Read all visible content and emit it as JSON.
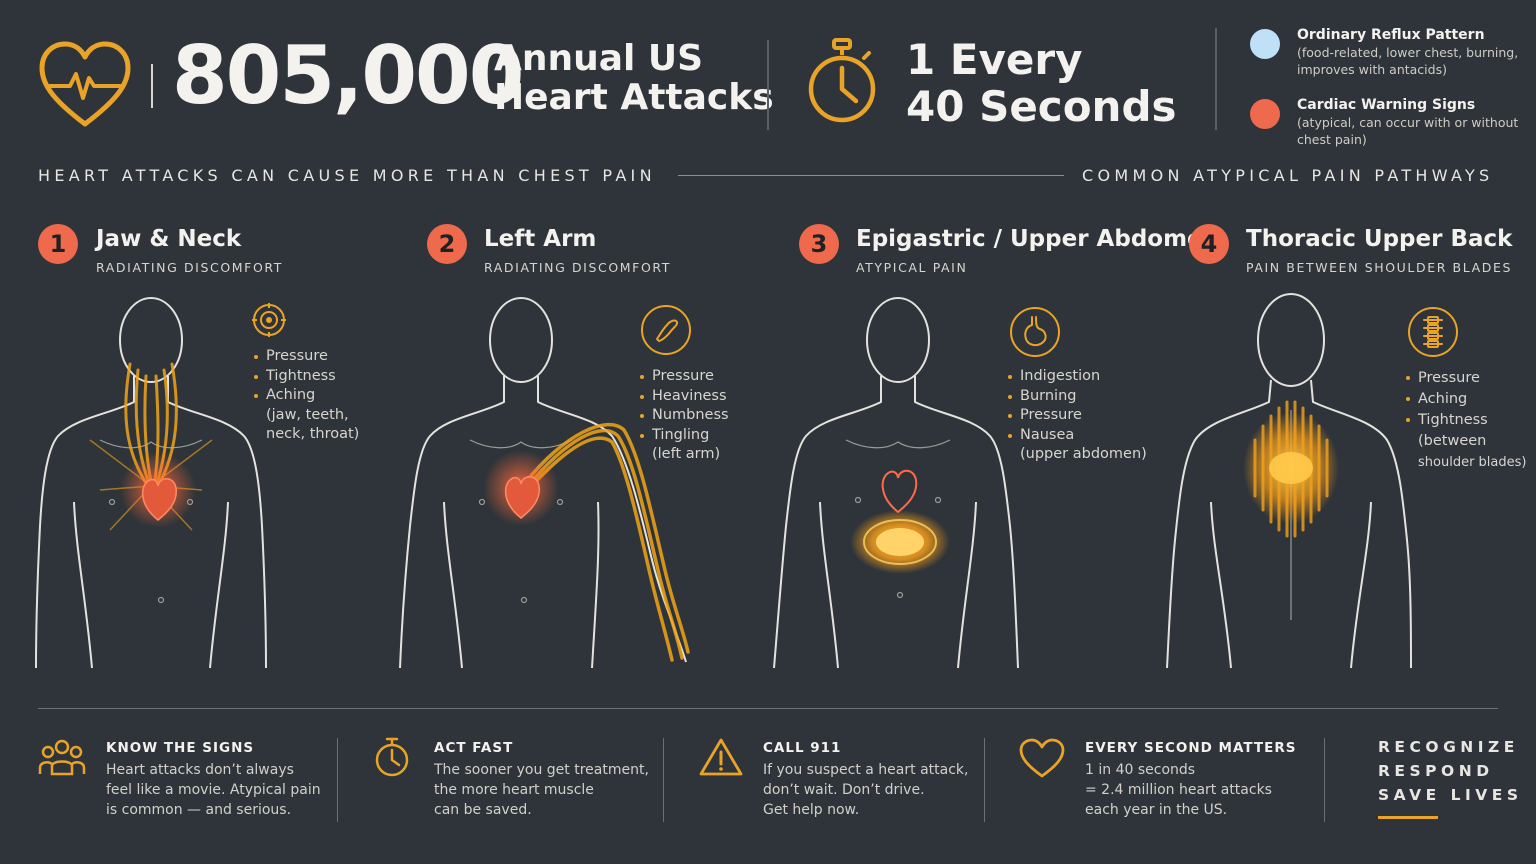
{
  "header": {
    "stat_number": "805,000",
    "stat_label_line1": "Annual US",
    "stat_label_line2": "Heart Attacks",
    "rate_line1": "1 Every",
    "rate_line2": "40 Seconds"
  },
  "legend": [
    {
      "title": "Ordinary Reflux Pattern",
      "desc": "(food-related, lower chest, burning, improves with antacids)",
      "color": "#bfe0f7"
    },
    {
      "title": "Cardiac Warning Signs",
      "desc": "(atypical, can occur with or without chest pain)",
      "color": "#ef6a4c"
    }
  ],
  "section": {
    "left_caption": "HEART ATTACKS CAN CAUSE MORE THAN CHEST PAIN",
    "right_caption": "COMMON ATYPICAL PAIN PATHWAYS"
  },
  "panels": [
    {
      "number": "1",
      "title": "Jaw & Neck",
      "subtitle": "RADIATING DISCOMFORT",
      "icon": "target-icon",
      "symptoms": [
        "Pressure",
        "Tightness",
        "Aching"
      ],
      "notes": [
        "(jaw, teeth,",
        "neck, throat)"
      ]
    },
    {
      "number": "2",
      "title": "Left Arm",
      "subtitle": "RADIATING DISCOMFORT",
      "icon": "arm-icon",
      "symptoms": [
        "Pressure",
        "Heaviness",
        "Numbness",
        "Tingling"
      ],
      "notes": [
        "(left arm)"
      ]
    },
    {
      "number": "3",
      "title": "Epigastric / Upper Abdomen",
      "subtitle": "ATYPICAL PAIN",
      "icon": "stomach-icon",
      "symptoms": [
        "Indigestion",
        "Burning",
        "Pressure",
        "Nausea"
      ],
      "notes": [
        "(upper abdomen)"
      ]
    },
    {
      "number": "4",
      "title": "Thoracic Upper Back",
      "subtitle": "PAIN BETWEEN SHOULDER BLADES",
      "icon": "spine-icon",
      "symptoms": [
        "Pressure",
        "Aching",
        "Tightness"
      ],
      "notes": [
        "(between",
        "shoulder blades)"
      ]
    }
  ],
  "footer": [
    {
      "icon": "people-icon",
      "title": "KNOW THE SIGNS",
      "body": "Heart attacks don’t always\nfeel like a movie. Atypical pain\nis common — and serious."
    },
    {
      "icon": "stopwatch-icon",
      "title": "ACT FAST",
      "body": "The sooner you get treatment,\nthe more heart muscle\ncan be saved."
    },
    {
      "icon": "warning-icon",
      "title": "CALL 911",
      "body": "If you suspect a heart attack,\ndon’t wait. Don’t drive.\nGet help now."
    },
    {
      "icon": "heart-outline-icon",
      "title": "EVERY SECOND MATTERS",
      "body": "1 in 40 seconds\n= 2.4 million heart attacks\neach year in the US."
    }
  ],
  "tagline": [
    "RECOGNIZE",
    "RESPOND",
    "SAVE LIVES"
  ],
  "colors": {
    "accent": "#e9a326",
    "warning": "#ef6a4c",
    "background": "#2e3439",
    "reflux": "#bfe0f7"
  }
}
